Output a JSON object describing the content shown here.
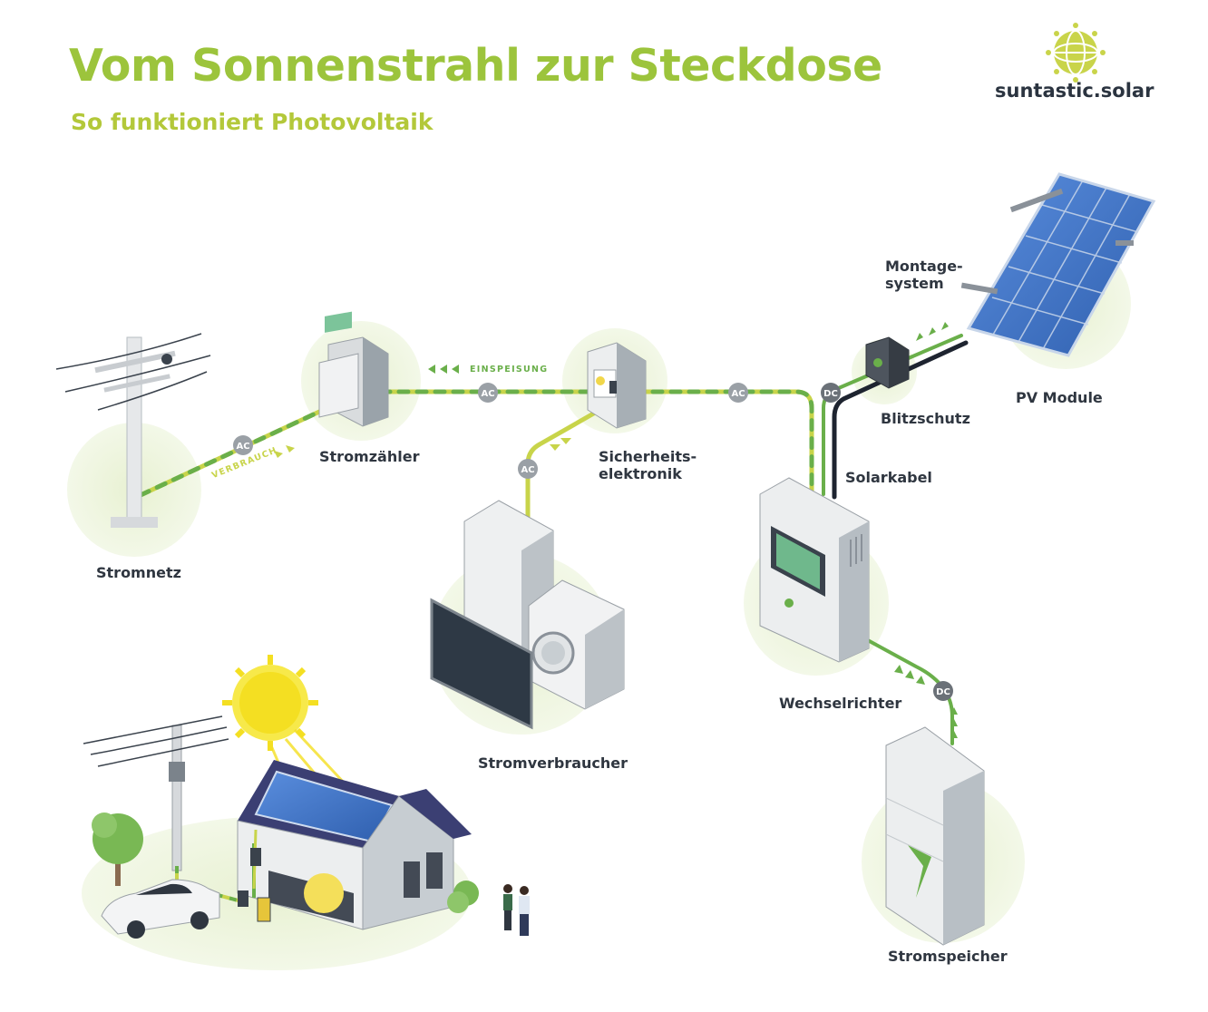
{
  "header": {
    "title": "Vom Sonnenstrahl zur Steckdose",
    "subtitle": "So funktioniert Photovoltaik"
  },
  "brand": {
    "name": "suntastic.solar",
    "logo_icon": "sun-globe-icon"
  },
  "components": {
    "stromnetz": "Stromnetz",
    "stromzaehler": "Stromzähler",
    "sicherheit_line1": "Sicherheits-",
    "sicherheit_line2": "elektronik",
    "montage_line1": "Montage-",
    "montage_line2": "system",
    "pv_module": "PV Module",
    "blitzschutz": "Blitzschutz",
    "solarkabel": "Solarkabel",
    "stromverbraucher": "Stromverbraucher",
    "wechselrichter": "Wechselrichter",
    "stromspeicher": "Stromspeicher"
  },
  "flows": {
    "einspeisung": "EINSPEISUNG",
    "verbrauch": "VERBRAUCH"
  },
  "badges": {
    "ac": "AC",
    "dc": "DC"
  },
  "colors": {
    "accent_green": "#6aaf4a",
    "lime": "#c8d44a",
    "dark_text": "#2f3640",
    "circle_bg": "#eef4dc",
    "badge_gray": "#9aa0a6"
  }
}
